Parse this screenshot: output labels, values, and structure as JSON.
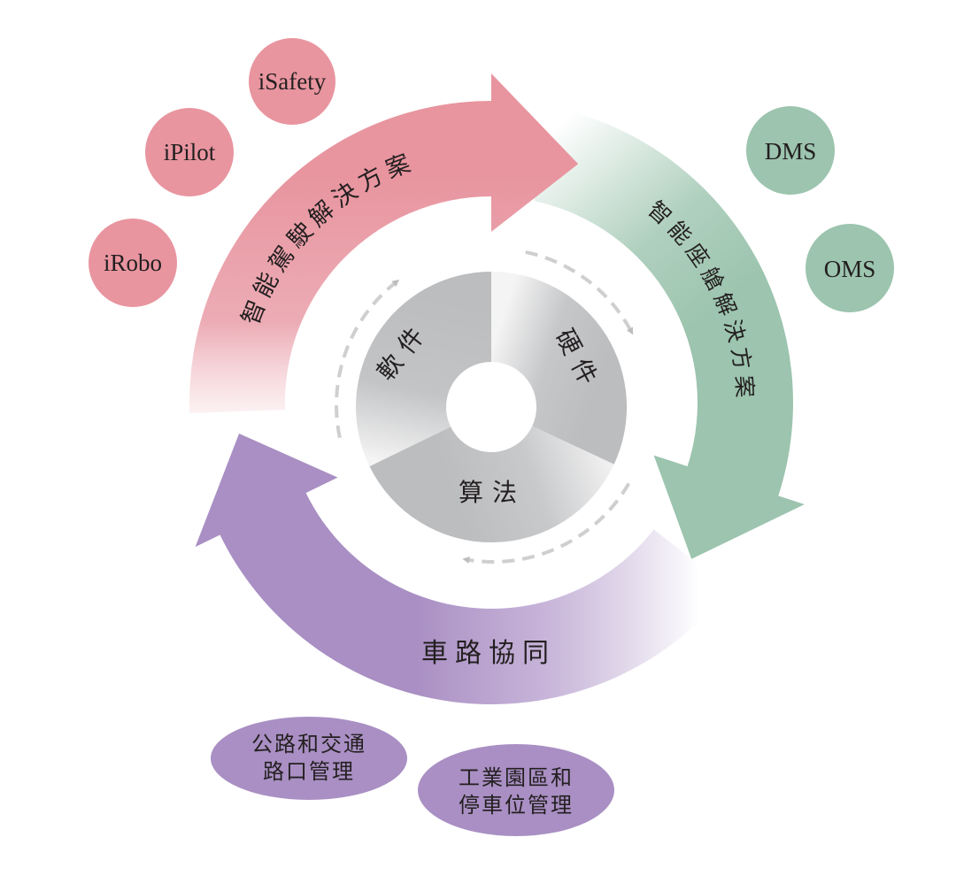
{
  "colors": {
    "pink": "#e8959f",
    "green": "#9cc4ae",
    "purple": "#a98fc3",
    "grey": "#bcbdbf",
    "dash": "#c8c8c8",
    "text": "#231f20"
  },
  "arrows": {
    "driving": "智能駕駛解決方案",
    "cockpit": "智能座艙解決方案",
    "v2x": "車路協同"
  },
  "core": {
    "software": "軟件",
    "hardware": "硬件",
    "algorithm": "算法"
  },
  "driving_items": [
    "iSafety",
    "iPilot",
    "iRobo"
  ],
  "cockpit_items": [
    "DMS",
    "OMS"
  ],
  "v2x_items": [
    {
      "line1": "公路和交通",
      "line2": "路口管理"
    },
    {
      "line1": "工業園區和",
      "line2": "停車位管理"
    }
  ]
}
